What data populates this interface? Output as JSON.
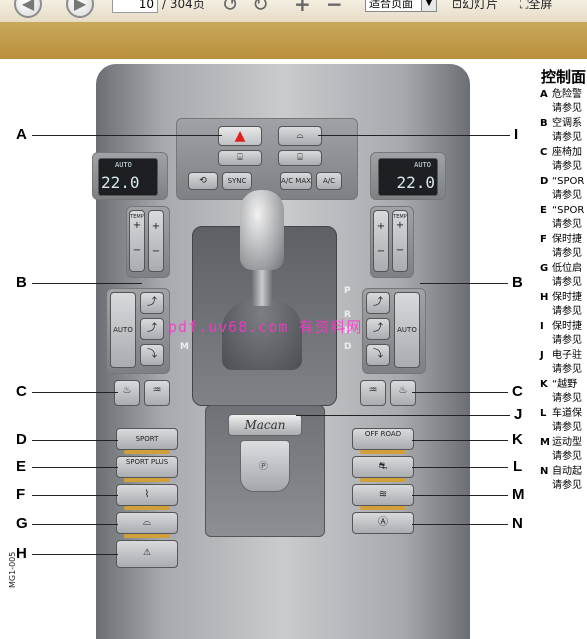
{
  "toolbar": {
    "page_current": "10",
    "page_total": "/ 304页",
    "zoom_value": "适合页面",
    "slideshow_label": "幻灯片",
    "fullscreen_label": "全屏"
  },
  "figure": {
    "labels_left": [
      "A",
      "B",
      "C",
      "D",
      "E",
      "F",
      "G",
      "H"
    ],
    "labels_right": [
      "I",
      "B",
      "C",
      "J",
      "K",
      "L",
      "M",
      "N"
    ],
    "auto_label": "AUTO",
    "temp_left": "22.0",
    "temp_right": "22.0",
    "temp_label": "TEMP",
    "button_sync": "SYNC",
    "button_acmax": "A/C MAX",
    "button_ac": "A/C",
    "button_sport": "SPORT",
    "button_sport_plus": "SPORT PLUS",
    "button_offroad": "OFF ROAD",
    "gear_p": "P",
    "gear_r": "R",
    "gear_n": "N",
    "gear_d": "D",
    "gear_m": "M",
    "brand": "Macan",
    "watermark": "pdf.uv68.com  有资料网",
    "code": "MG1-005"
  },
  "legend": {
    "title": "控制面",
    "items": [
      {
        "key": "A",
        "text": "危险警",
        "sub": "请参见"
      },
      {
        "key": "B",
        "text": "空调系",
        "sub": "请参见"
      },
      {
        "key": "C",
        "text": "座椅加",
        "sub": "请参见"
      },
      {
        "key": "D",
        "text": "“SPOR",
        "sub": "请参见"
      },
      {
        "key": "E",
        "text": "“SPOR",
        "sub": "请参见"
      },
      {
        "key": "F",
        "text": "保时捷",
        "sub": "请参见"
      },
      {
        "key": "G",
        "text": "低位启",
        "sub": "请参见"
      },
      {
        "key": "H",
        "text": "保时捷",
        "sub": "请参见"
      },
      {
        "key": "I",
        "text": "保时捷",
        "sub": "请参见"
      },
      {
        "key": "J",
        "text": "电子驻",
        "sub": "请参见"
      },
      {
        "key": "K",
        "text": "“越野",
        "sub": "请参见"
      },
      {
        "key": "L",
        "text": "车道保",
        "sub": "请参见"
      },
      {
        "key": "M",
        "text": "运动型",
        "sub": "请参见"
      },
      {
        "key": "N",
        "text": "自动起",
        "sub": "请参见"
      }
    ]
  },
  "colors": {
    "accent_band": "#c8a85a",
    "hazard": "#e02020",
    "watermark": "#ff33cc"
  }
}
